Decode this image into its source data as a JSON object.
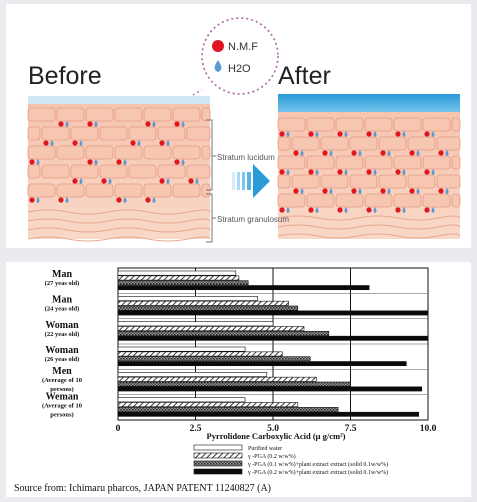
{
  "illustration": {
    "before_label": "Before",
    "after_label": "After",
    "legend_nmf": "N.M.F",
    "legend_h2o": "H2O",
    "layer_lucidum": "Stratum lucidum",
    "layer_granulosum": "Stratum granulosum",
    "colors": {
      "nmf_dot": "#e0151f",
      "water_drop": "#5b9bd5",
      "skin": "#f4b9a2",
      "surface_blue": "#3aa7dc"
    }
  },
  "chart_data": {
    "type": "bar",
    "orientation": "horizontal",
    "categories": [
      {
        "line1": "Man",
        "line2": "(27 yeas old)"
      },
      {
        "line1": "Man",
        "line2": "(24 yeas old)"
      },
      {
        "line1": "Woman",
        "line2": "(22 yeas old)"
      },
      {
        "line1": "Woman",
        "line2": "(26 yeas old)"
      },
      {
        "line1": "Men",
        "line2": "(Average of 10",
        "line3": "persons)"
      },
      {
        "line1": "Weman",
        "line2": "(Average of 10",
        "line3": "persons)"
      }
    ],
    "series": [
      {
        "name": "Purified water",
        "pattern": "white",
        "values": [
          3.8,
          4.5,
          5.0,
          4.1,
          4.8,
          4.1
        ]
      },
      {
        "name": "γ -PGA (0.2 w/w%)",
        "pattern": "hatch",
        "values": [
          3.9,
          5.5,
          6.0,
          5.3,
          6.4,
          5.8
        ]
      },
      {
        "name": "γ -PGA (0.1 w/w%)+plant extract extract (solid 0.1w/w%)",
        "pattern": "dense",
        "values": [
          4.2,
          5.8,
          6.8,
          6.2,
          7.5,
          7.1
        ]
      },
      {
        "name": "γ -PGA (0.2 w/w%)+plant extract extract (solid 0.1w/w%)",
        "pattern": "black",
        "values": [
          8.1,
          10.0,
          10.0,
          9.3,
          9.8,
          9.7
        ]
      }
    ],
    "x_ticks": [
      "0",
      "2.5",
      "5.0",
      "7.5",
      "10.0"
    ],
    "xlim": [
      0,
      10
    ],
    "xlabel": "Pyrrolidone Carboxylic Acid (μ g/cm²)",
    "grid": true,
    "legend_position": "bottom"
  },
  "source_text": "Source from: Ichimaru pharcos, JAPAN PATENT 11240827 (A)"
}
